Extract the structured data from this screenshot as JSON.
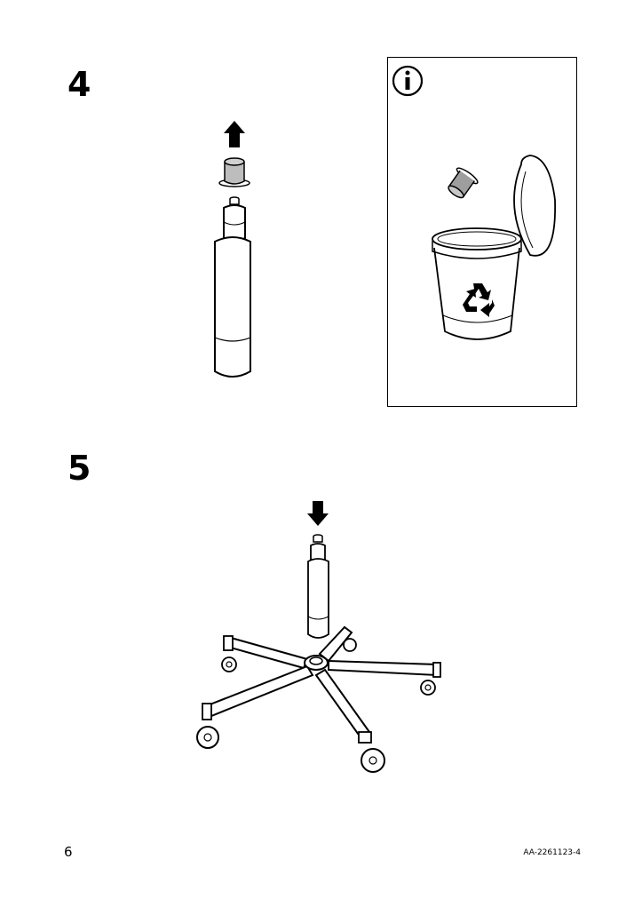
{
  "steps": [
    {
      "number": "4"
    },
    {
      "number": "5"
    }
  ],
  "info_box": {
    "icon": "info-icon"
  },
  "recycle": {
    "icon": "recycle-icon"
  },
  "footer": {
    "page_number": "6",
    "doc_code": "AA-2261123-4"
  }
}
